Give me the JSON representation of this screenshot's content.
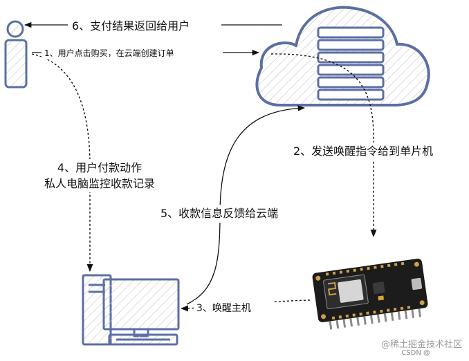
{
  "labels": {
    "step1": "1、用户点击购买，在云端创建订单",
    "step2": "2、发送唤醒指令给到单片机",
    "step3": "3、唤醒主机",
    "step4_line1": "4、用户付款动作",
    "step4_line2": "私人电脑监控收款记录",
    "step5": "5、收款信息反馈给云端",
    "step6": "6、支付结果返回给用户"
  },
  "watermark": {
    "line1": "@稀土掘金技术社区",
    "line2": "CSDN @"
  },
  "icons": {
    "user": "user-icon",
    "cloud": "cloud-server-icon",
    "computer": "desktop-computer-icon",
    "board": "microcontroller-board-icon"
  },
  "colors": {
    "icon_stroke": "#5b6fa3",
    "hatch": "#c8c8c8",
    "line": "#111111",
    "board_dark": "#1c1c1c",
    "board_gold": "#c9a14a"
  }
}
